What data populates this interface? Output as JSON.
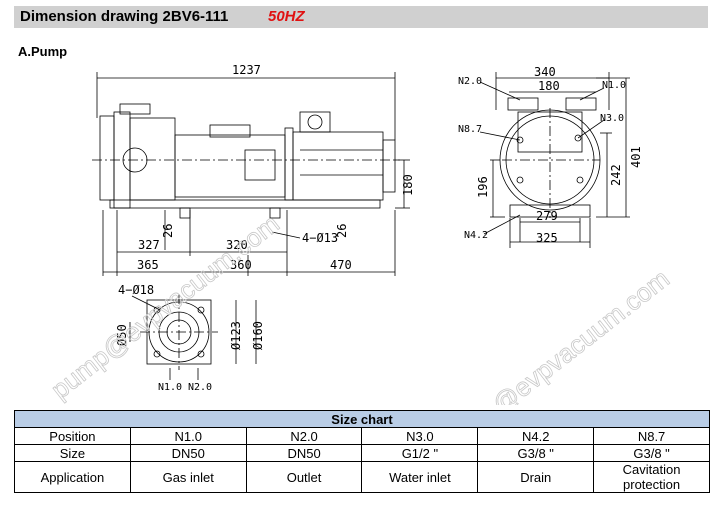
{
  "header": {
    "title": "Dimension drawing 2BV6-111",
    "frequency": "50HZ"
  },
  "section": {
    "label": "A.Pump"
  },
  "drawing": {
    "side_dims": {
      "total": "1237",
      "d327": "327",
      "d320": "320",
      "d365": "365",
      "d360": "360",
      "d470": "470",
      "d180": "180",
      "d26a": "26",
      "d26b": "26",
      "holes": "4−Ø13"
    },
    "end_dims": {
      "d340": "340",
      "d180": "180",
      "d401": "401",
      "d242": "242",
      "d196": "196",
      "d279": "279",
      "d325": "325",
      "n20": "N2.0",
      "n10": "N1.0",
      "n87": "N8.7",
      "n30": "N3.0",
      "n42": "N4.2"
    },
    "flange_dims": {
      "holes": "4−Ø18",
      "d50": "Ø50",
      "d123": "Ø123",
      "d160": "Ø160",
      "n10": "N1.0",
      "n20": "N2.0"
    },
    "watermark": "pump@evpvacuum.com"
  },
  "size_chart": {
    "title": "Size chart",
    "rows": [
      [
        "Position",
        "N1.0",
        "N2.0",
        "N3.0",
        "N4.2",
        "N8.7"
      ],
      [
        "Size",
        "DN50",
        "DN50",
        "G1/2 \"",
        "G3/8 \"",
        "G3/8 \""
      ],
      [
        "Application",
        "Gas inlet",
        "Outlet",
        "Water inlet",
        "Drain",
        "Cavitation protection"
      ]
    ]
  }
}
